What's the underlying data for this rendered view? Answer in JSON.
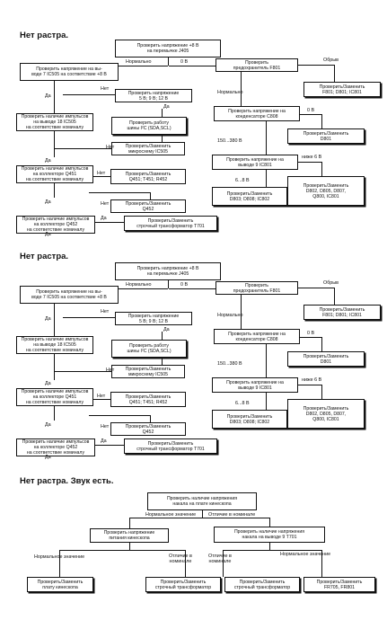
{
  "d1": {
    "title": "Нет растра.",
    "b1": "Проверить напряжение +8 В\nна перемычке J405",
    "b2": "Проверить напряжение на вы-\nводе 7 IC505 на соответствие +8 В",
    "b3": "Проверить\nпредохранитель F801",
    "b4": "Проверить/Заменить\nF801; D801; IC801",
    "b5": "Проверить напряжение\n5 В; 9 В; 12 В",
    "b6": "Проверить напряжение на\nконденсаторе C808",
    "b7": "Проверить наличие импульсов\nна выводе 18 IC505\nна соответствие номиналу",
    "b8": "Проверить работу\nшины I²C (SDA,SCL)",
    "b9": "Проверить/Заменить\nD801",
    "b10": "Проверить/Заменить\nмикросхему IC505",
    "b11": "Проверить напряжение на\nвыводе 9 IC801",
    "b12": "Проверить наличие импульсов\nна коллекторе Q451\nна соответствие номиналу",
    "b13": "Проверить/Заменить\nQ451; T451; R452",
    "b14": "Проверить/Заменить\nQ452",
    "b15": "Проверить/Заменить\nD803; D808; IC802",
    "b16": "Проверить/Заменить\nD802, D805, D807,\nQ800, IC801",
    "b17": "Проверить наличие импульсов\nна коллекторе Q452\nна соответствие номиналу",
    "b18": "Проверить/Заменить\nстрочный трансформатор T701",
    "l_normal1": "Нормально",
    "l_0v1": "0 В",
    "l_obryv": "Обрыв",
    "l_net1": "Нет",
    "l_normal2": "Нормально",
    "l_da1": "Да",
    "l_da2": "Да",
    "l_0v2": "0 В",
    "l_150": "150...380 В",
    "l_net2": "Нет",
    "l_nizhe": "ниже 6 В",
    "l_da3": "Да",
    "l_net3": "Нет",
    "l_6_8": "6...8 В",
    "l_da4": "Да",
    "l_net4": "Нет",
    "l_da5": "Да",
    "l_da6": "Да"
  },
  "d3": {
    "title": "Нет растра. Звук есть.",
    "c1": "Проверить наличие напряжения\nнакала на плате кинескопа",
    "c_l1": "Нормальное значение",
    "c_l2": "Отличие в номинале",
    "c2": "Проверить напряжение\nпитания кинескопа",
    "c3": "Проверить наличие напряжения\nнакала на выводе 9 T701",
    "c_l3": "Нормальное значение",
    "c_l4": "Отличие в\nноминале",
    "c_l5": "Отличие в\nноминале",
    "c_l6": "Нормальное значение",
    "c4": "Проверить/Заменить\nплату кинескопа",
    "c5": "Проверить/Заменить\nстрочный трансформатор",
    "c6": "Проверить/Заменить\nстрочный трансформатор",
    "c7": "Проверить/Заменить\nFR705, FR801"
  }
}
